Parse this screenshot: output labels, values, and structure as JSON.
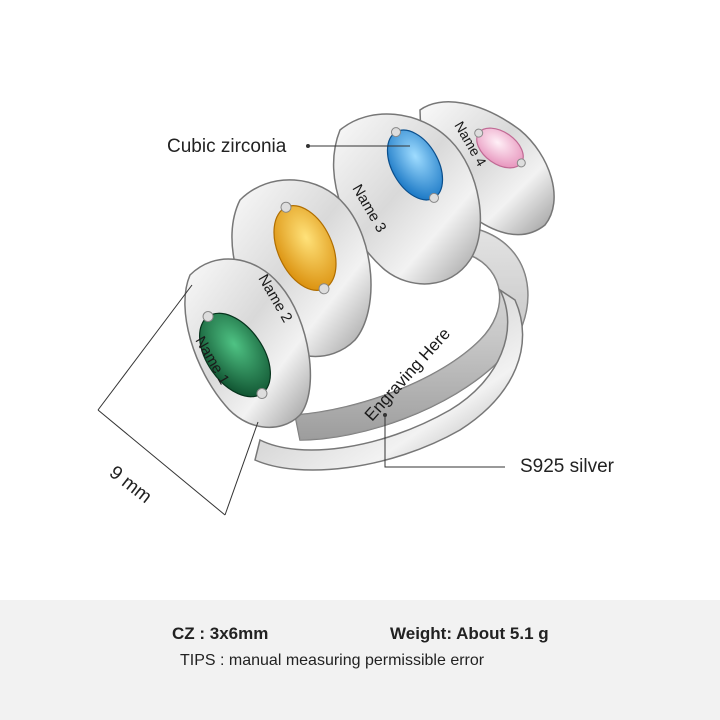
{
  "callouts": {
    "stone": "Cubic zirconia",
    "metal": "S925 silver",
    "width": "9 mm"
  },
  "engravings": {
    "name1": "Name 1",
    "name2": "Name 2",
    "name3": "Name 3",
    "name4": "Name 4",
    "band": "Engraving Here"
  },
  "stones": [
    {
      "label": "stone-1",
      "color": "#1f7a4a"
    },
    {
      "label": "stone-2",
      "color": "#f2b21a"
    },
    {
      "label": "stone-3",
      "color": "#2f9be0"
    },
    {
      "label": "stone-4",
      "color": "#f5b6d4"
    }
  ],
  "footer": {
    "cz": "CZ : 3x6mm",
    "weight": "Weight: About 5.1 g",
    "tips": "TIPS : manual measuring permissible error"
  },
  "colors": {
    "silver_light": "#f4f4f4",
    "silver_mid": "#c9c9c9",
    "silver_dark": "#8a8a8a",
    "footer_bg": "#f2f2f2"
  }
}
